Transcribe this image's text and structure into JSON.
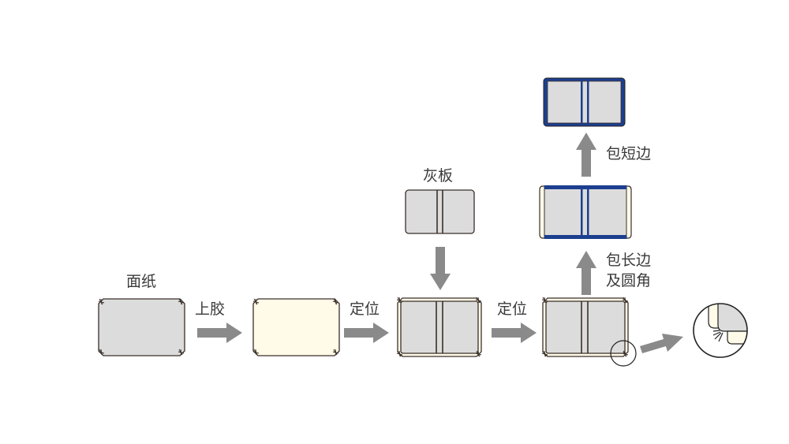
{
  "title": "精装书壳制作流程",
  "colors": {
    "board_gray": "#dcdcdc",
    "glue_cream": "#fffbe8",
    "outline": "#3a2f2a",
    "cloth_blue": "#1c3f8f",
    "arrow_gray": "#8a8a8a",
    "label_text": "#3a3a3a"
  },
  "steps": [
    {
      "id": "cover-paper",
      "label": "面纸"
    },
    {
      "id": "glued-paper",
      "label": ""
    },
    {
      "id": "positioned-board",
      "label": ""
    },
    {
      "id": "positioned-board-2",
      "label": ""
    },
    {
      "id": "wrapped-long-edges",
      "label": ""
    },
    {
      "id": "wrapped-short-edges",
      "label": ""
    }
  ],
  "grey_board": {
    "label": "灰板"
  },
  "arrows": [
    {
      "id": "apply-glue",
      "label": "上胶"
    },
    {
      "id": "position-1",
      "label": "定位"
    },
    {
      "id": "board-down",
      "label": ""
    },
    {
      "id": "position-2",
      "label": "定位"
    },
    {
      "id": "wrap-long",
      "label_line1": "包长边",
      "label_line2": "及圆角"
    },
    {
      "id": "wrap-short",
      "label": "包短边"
    },
    {
      "id": "detail-zoom",
      "label": ""
    }
  ],
  "detail": {
    "subject": "rounded-corner-detail"
  }
}
